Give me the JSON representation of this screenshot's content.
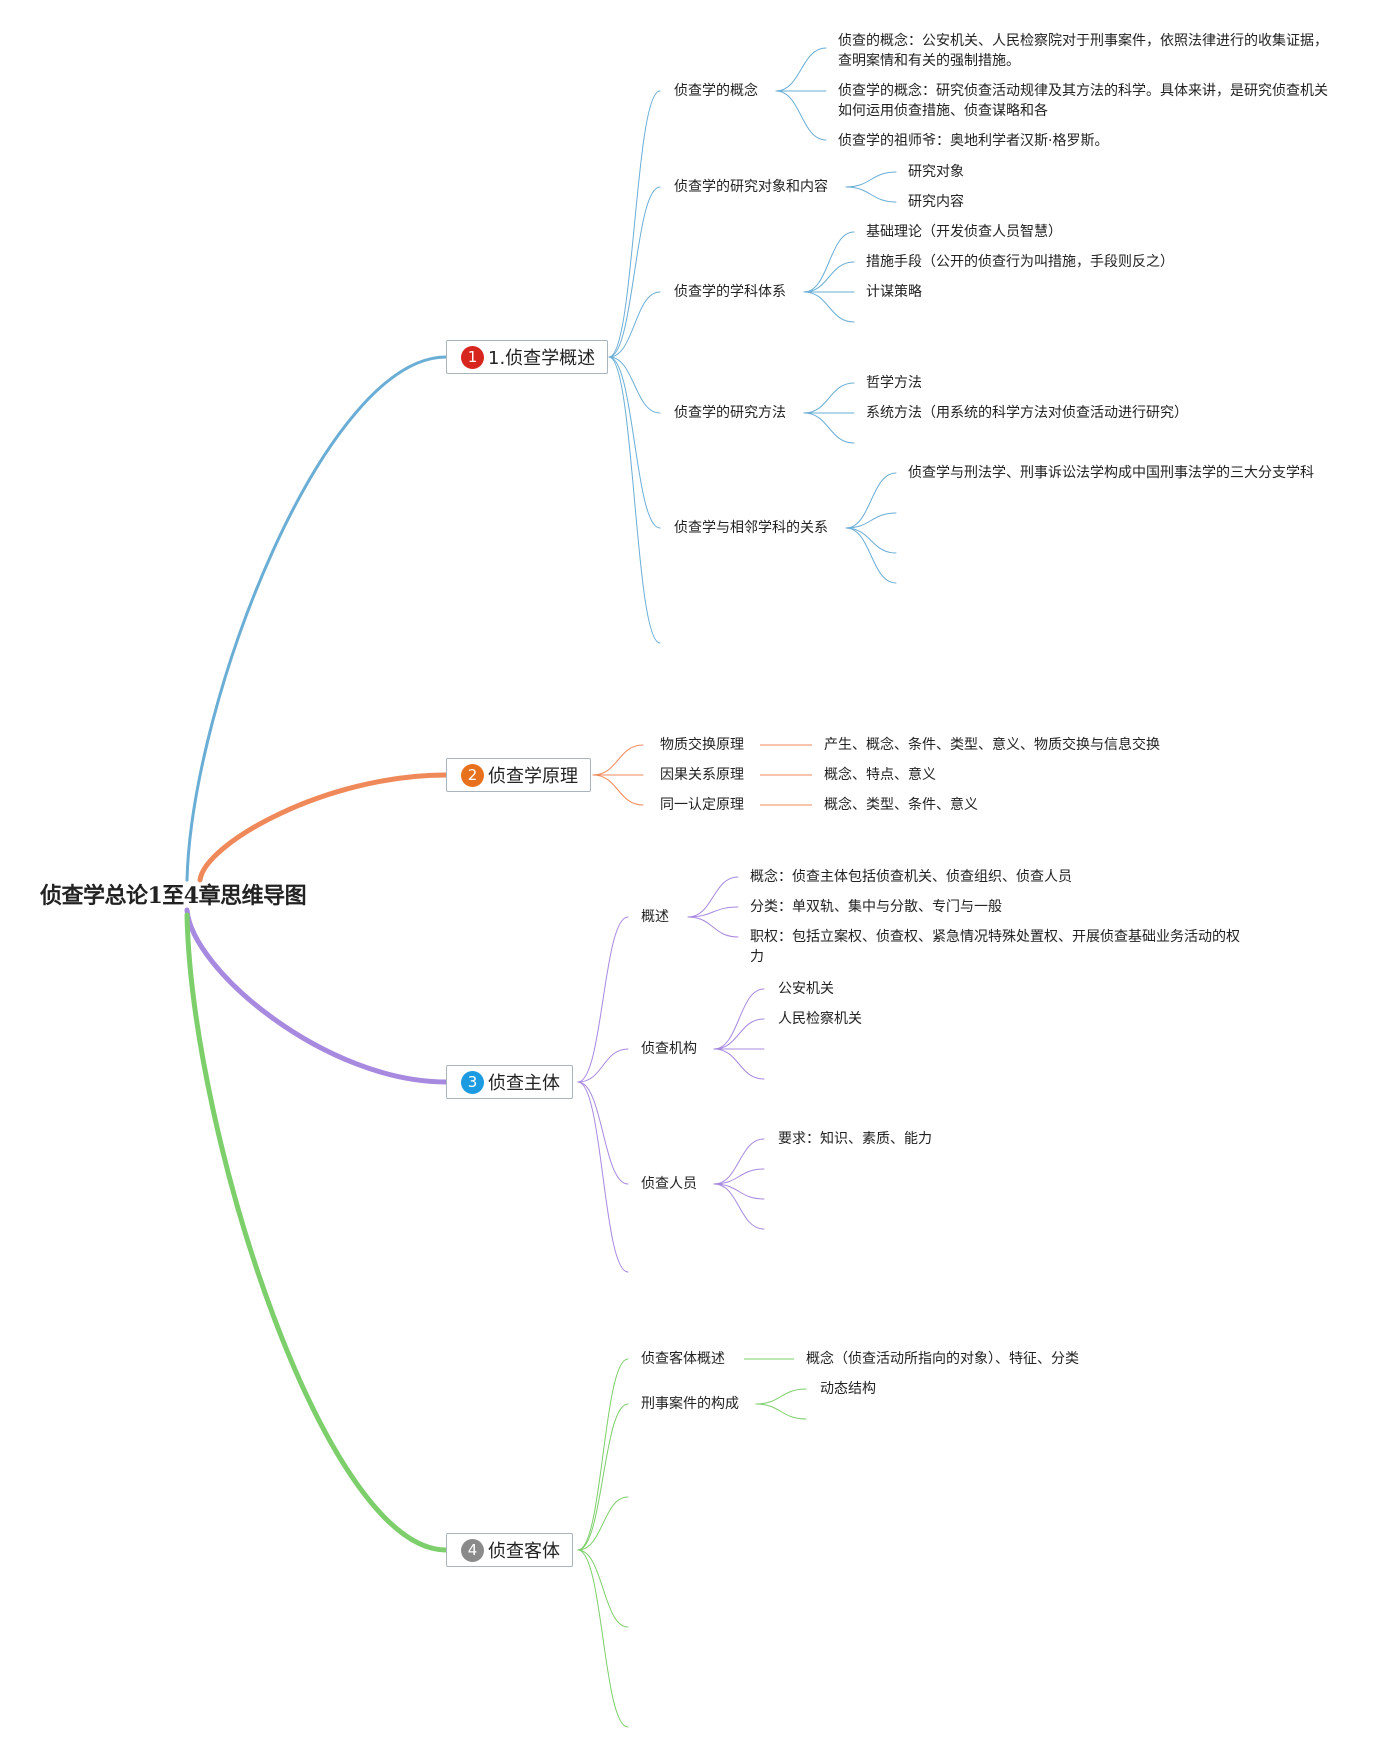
{
  "root": "侦查学总论1至4章思维导图",
  "colors": {
    "b1": "#6aaed6",
    "b2": "#f0895a",
    "b3": "#a889e0",
    "b4": "#7dcf6b",
    "badge1": "#d7261e",
    "badge2": "#e8711e",
    "badge3": "#1d9be0",
    "badge4": "#8a8a8a"
  },
  "branches": [
    {
      "badge": "1",
      "label": "1.侦查学概述",
      "topics": [
        {
          "label": "侦查学的概念",
          "details": [
            "侦查的概念：公安机关、人民检察院对于刑事案件，依照法律进行的收集证据，查明案情和有关的强制措施。",
            "侦查学的概念：研究侦查活动规律及其方法的科学。具体来讲，是研究侦查机关如何运用侦查措施、侦查谋略和各",
            "侦查学的祖师爷：奥地利学者汉斯·格罗斯。"
          ]
        },
        {
          "label": "侦查学的研究对象和内容",
          "details": [
            "研究对象",
            "研究内容"
          ]
        },
        {
          "label": "侦查学的学科体系",
          "details": [
            "基础理论（开发侦查人员智慧）",
            "措施手段（公开的侦查行为叫措施，手段则反之）",
            "计谋策略"
          ]
        },
        {
          "label": "侦查学的研究方法",
          "details": [
            "哲学方法",
            "系统方法（用系统的科学方法对侦查活动进行研究）"
          ]
        },
        {
          "label": "侦查学与相邻学科的关系",
          "details": [
            "侦查学与刑法学、刑事诉讼法学构成中国刑事法学的三大分支学科"
          ]
        }
      ]
    },
    {
      "badge": "2",
      "label": "侦查学原理",
      "topics": [
        {
          "label": "物质交换原理",
          "details": [
            "产生、概念、条件、类型、意义、物质交换与信息交换"
          ]
        },
        {
          "label": "因果关系原理",
          "details": [
            "概念、特点、意义"
          ]
        },
        {
          "label": "同一认定原理",
          "details": [
            "概念、类型、条件、意义"
          ]
        }
      ]
    },
    {
      "badge": "3",
      "label": "侦查主体",
      "topics": [
        {
          "label": "概述",
          "details": [
            "概念：侦查主体包括侦查机关、侦查组织、侦查人员",
            "分类：单双轨、集中与分散、专门与一般",
            "职权：包括立案权、侦查权、紧急情况特殊处置权、开展侦查基础业务活动的权力"
          ]
        },
        {
          "label": "侦查机构",
          "details": [
            "公安机关",
            "人民检察机关"
          ]
        },
        {
          "label": "侦查人员",
          "details": [
            "要求：知识、素质、能力"
          ]
        }
      ]
    },
    {
      "badge": "4",
      "label": "侦查客体",
      "topics": [
        {
          "label": "侦查客体概述",
          "details": [
            "概念（侦查活动所指向的对象）、特征、分类"
          ]
        },
        {
          "label": "刑事案件的构成",
          "details": [
            "动态结构"
          ]
        }
      ]
    }
  ]
}
